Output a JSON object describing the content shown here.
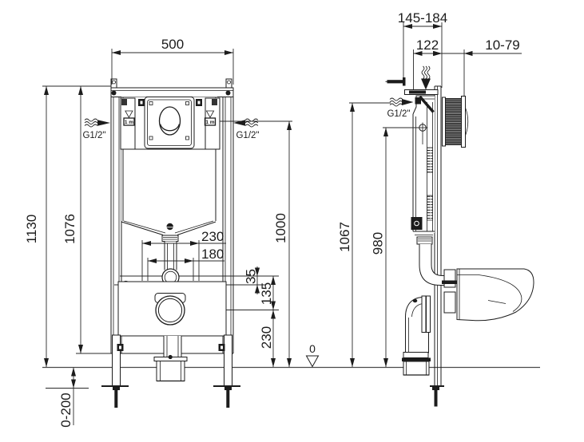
{
  "front_view": {
    "width": "500",
    "overall_height": "1130",
    "frame_height": "1076",
    "flush_level_height": "1000",
    "hole_spacing_outer": "230",
    "hole_spacing_inner": "180",
    "pipe_offset": "35",
    "drain_offset": "135",
    "drain_height": "230",
    "foot_adjust_range": "0-200",
    "datum_label": "0",
    "water_inlet_left": "G1/2\"",
    "water_inlet_right": "G1/2\"",
    "level_mark_left": "1 m",
    "level_mark_right": "1 m"
  },
  "side_view": {
    "depth_overall": "145-184",
    "frame_depth": "122",
    "wall_thickness_range": "10-79",
    "inlet_height": "1067",
    "fixing_height": "980",
    "water_inlet": "G1/2\""
  },
  "colors": {
    "line": "#1c1c1c",
    "background": "#ffffff"
  }
}
